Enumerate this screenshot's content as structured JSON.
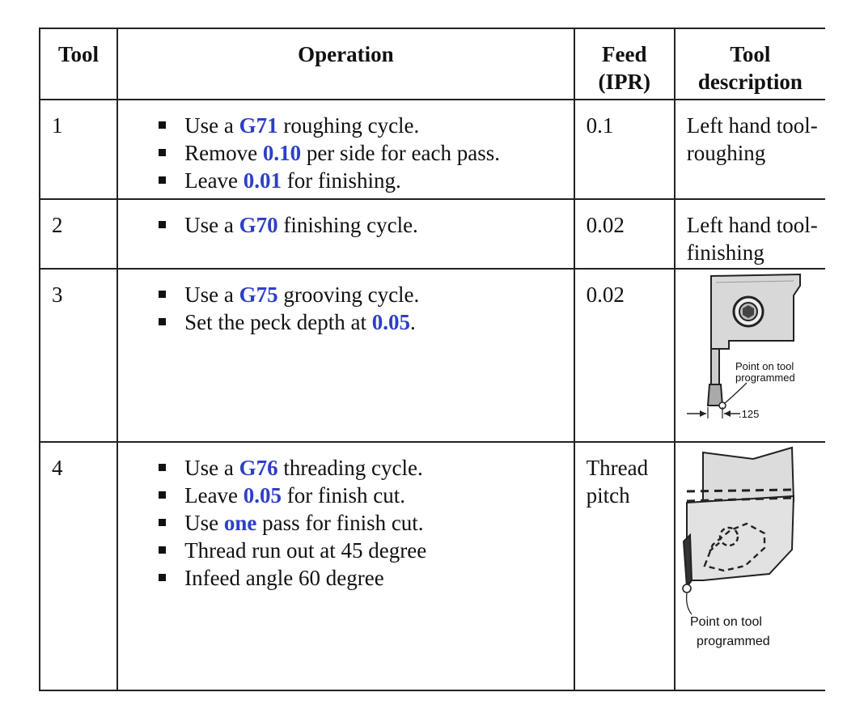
{
  "headers": {
    "tool": "Tool",
    "operation": "Operation",
    "feed_line1": "Feed",
    "feed_line2": "(IPR)",
    "desc_line1": "Tool",
    "desc_line2": "description"
  },
  "rows": [
    {
      "tool": "1",
      "ops": [
        {
          "pre": "Use a ",
          "hl": "G71",
          "post": " roughing cycle."
        },
        {
          "pre": "Remove ",
          "hl": "0.10",
          "post": " per side for each pass."
        },
        {
          "pre": "Leave ",
          "hl": "0.01",
          "post": " for finishing."
        }
      ],
      "feed": "0.1",
      "desc_line1": "Left hand tool-",
      "desc_line2": "roughing"
    },
    {
      "tool": "2",
      "ops": [
        {
          "pre": "Use a ",
          "hl": "G70",
          "post": " finishing cycle."
        }
      ],
      "feed": "0.02",
      "desc_line1": "Left hand tool-",
      "desc_line2": "finishing"
    },
    {
      "tool": "3",
      "ops": [
        {
          "pre": "Use a ",
          "hl": "G75",
          "post": " grooving cycle."
        },
        {
          "pre": "Set the peck depth at ",
          "hl": "0.05",
          "post": "."
        }
      ],
      "feed": "0.02",
      "figure": {
        "label_line1": "Point on tool",
        "label_line2": "programmed",
        "dimension": ".125"
      }
    },
    {
      "tool": "4",
      "ops": [
        {
          "pre": "Use a ",
          "hl": "G76",
          "post": " threading cycle."
        },
        {
          "pre": "Leave ",
          "hl": "0.05",
          "post": " for finish cut."
        },
        {
          "pre": "Use ",
          "hl": "one",
          "post": " pass for finish cut."
        },
        {
          "pre": "Thread run out at 45 degree",
          "hl": "",
          "post": ""
        },
        {
          "pre": "Infeed angle 60 degree",
          "hl": "",
          "post": ""
        }
      ],
      "feed_line1": "Thread",
      "feed_line2": "pitch",
      "figure": {
        "label_line1": "Point on tool",
        "label_line2": "programmed"
      }
    }
  ],
  "colors": {
    "highlight": "#2d3fc8",
    "border": "#222222"
  }
}
